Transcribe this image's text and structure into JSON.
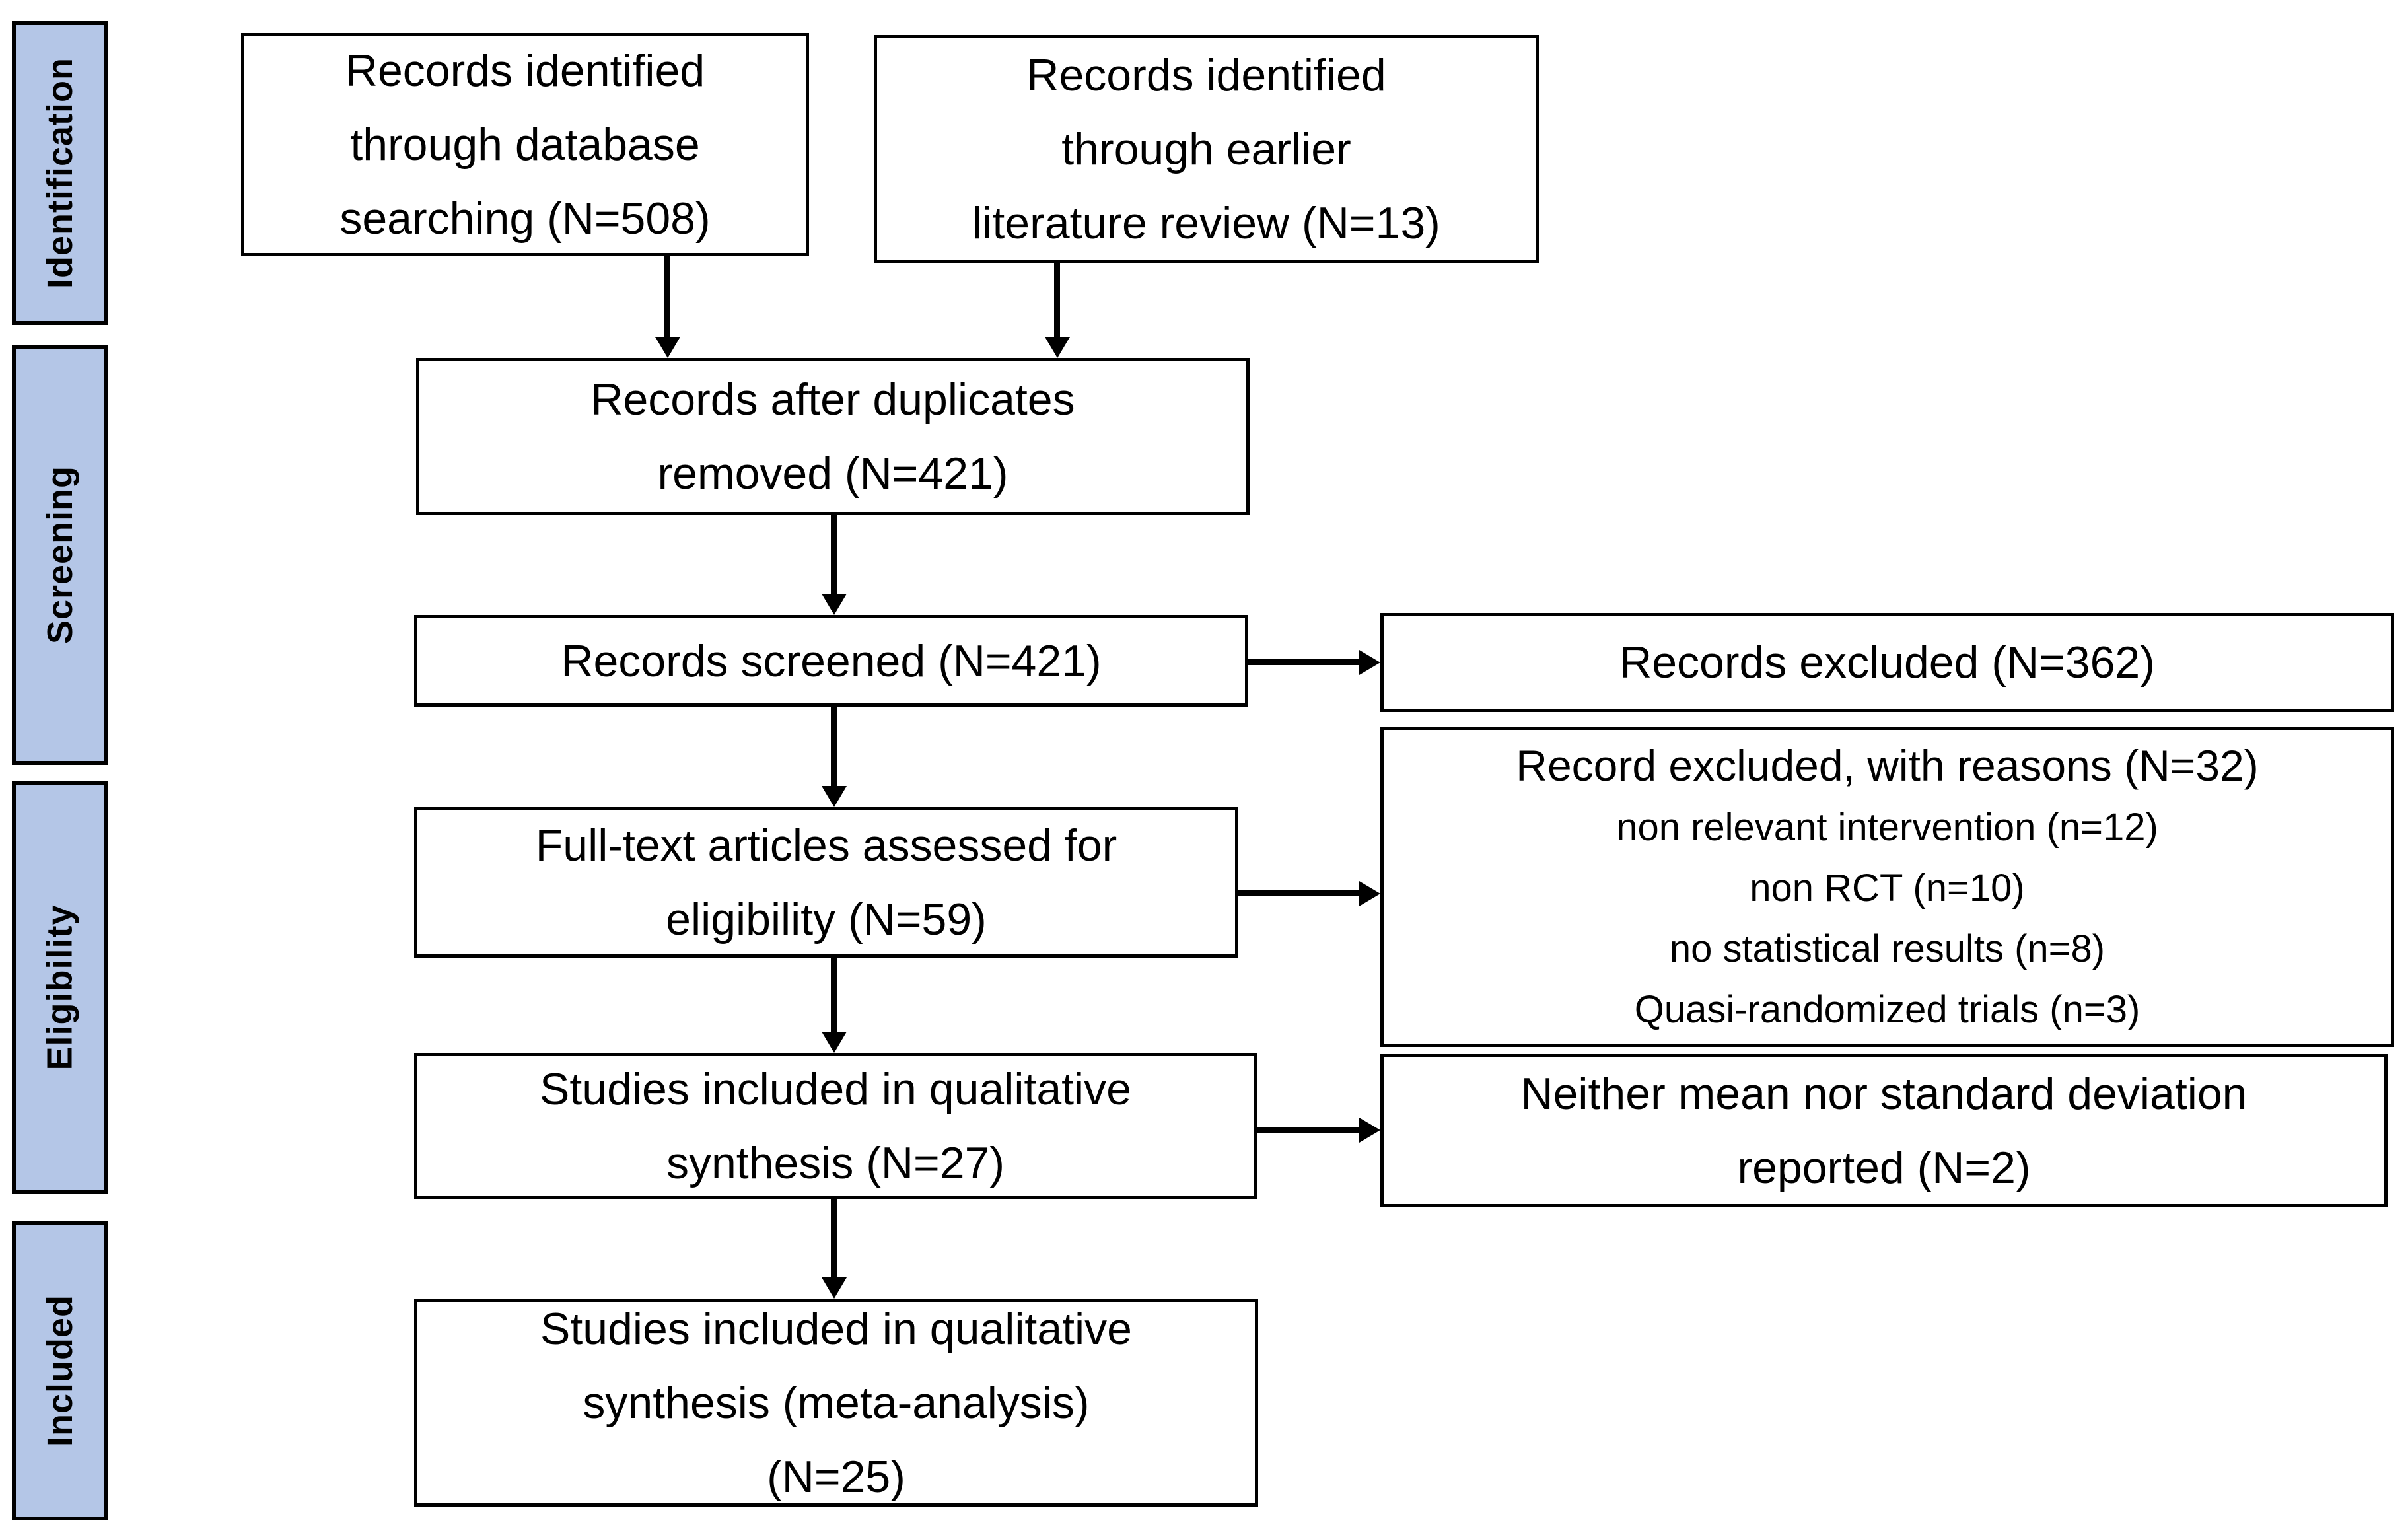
{
  "colors": {
    "sidebar_fill": "#b4c6e7",
    "line_color": "#000000",
    "box_fill": "#ffffff",
    "text_color": "#000000"
  },
  "sidebar": {
    "items": [
      {
        "label": "Identification"
      },
      {
        "label": "Screening"
      },
      {
        "label": "Eligibility"
      },
      {
        "label": "Included"
      }
    ]
  },
  "boxes": {
    "db_search": {
      "lines": [
        "Records identified",
        "through database",
        "searching (N=508)"
      ]
    },
    "earlier_review": {
      "lines": [
        "Records identified",
        "through earlier",
        "literature review (N=13)"
      ]
    },
    "duplicates_removed": {
      "lines": [
        "Records after duplicates",
        "removed (N=421)"
      ]
    },
    "records_screened": {
      "lines": [
        "Records screened (N=421)"
      ]
    },
    "records_excluded": {
      "lines": [
        "Records excluded (N=362)"
      ]
    },
    "fulltext_assessed": {
      "lines": [
        "Full-text articles assessed for",
        "eligibility (N=59)"
      ]
    },
    "excluded_reasons": {
      "title": "Record excluded, with reasons (N=32)",
      "items": [
        "non relevant intervention (n=12)",
        "non RCT (n=10)",
        "no statistical  results (n=8)",
        "Quasi-randomized trials (n=3)"
      ]
    },
    "qualitative_synthesis": {
      "lines": [
        "Studies included in qualitative",
        "synthesis (N=27)"
      ]
    },
    "no_mean_sd": {
      "lines": [
        "Neither mean nor standard deviation",
        "reported (N=2)"
      ]
    },
    "meta_analysis": {
      "lines": [
        "Studies included in qualitative",
        "synthesis (meta-analysis)",
        "(N=25)"
      ]
    }
  }
}
